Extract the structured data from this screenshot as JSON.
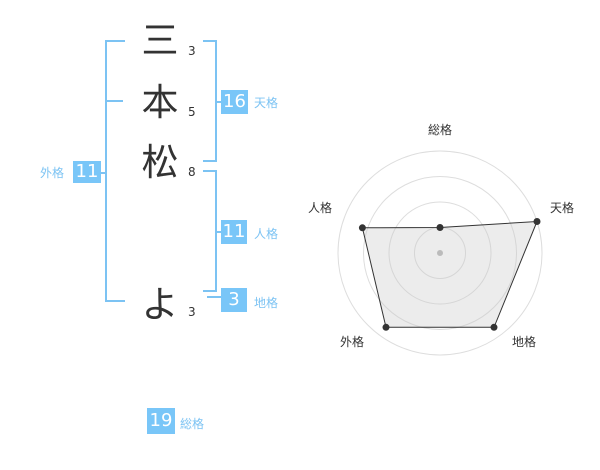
{
  "name": {
    "chars": [
      {
        "char": "三",
        "strokes": "3"
      },
      {
        "char": "本",
        "strokes": "5"
      },
      {
        "char": "松",
        "strokes": "8"
      },
      {
        "char": "よ",
        "strokes": "3"
      }
    ]
  },
  "fortunes": {
    "tenkaku": {
      "value": "16",
      "label": "天格"
    },
    "jinkaku": {
      "value": "11",
      "label": "人格"
    },
    "chikaku": {
      "value": "3",
      "label": "地格"
    },
    "gaikaku": {
      "value": "11",
      "label": "外格"
    },
    "soukaku": {
      "value": "19",
      "label": "総格"
    }
  },
  "colors": {
    "accent": "#79c6f8",
    "bracket": "#7cc3f3",
    "text": "#333333"
  },
  "chart_data": {
    "type": "radar",
    "axes": [
      "総格",
      "天格",
      "地格",
      "外格",
      "人格"
    ],
    "levels": 4,
    "values": [
      0.25,
      1.0,
      0.9,
      0.9,
      0.8
    ]
  }
}
